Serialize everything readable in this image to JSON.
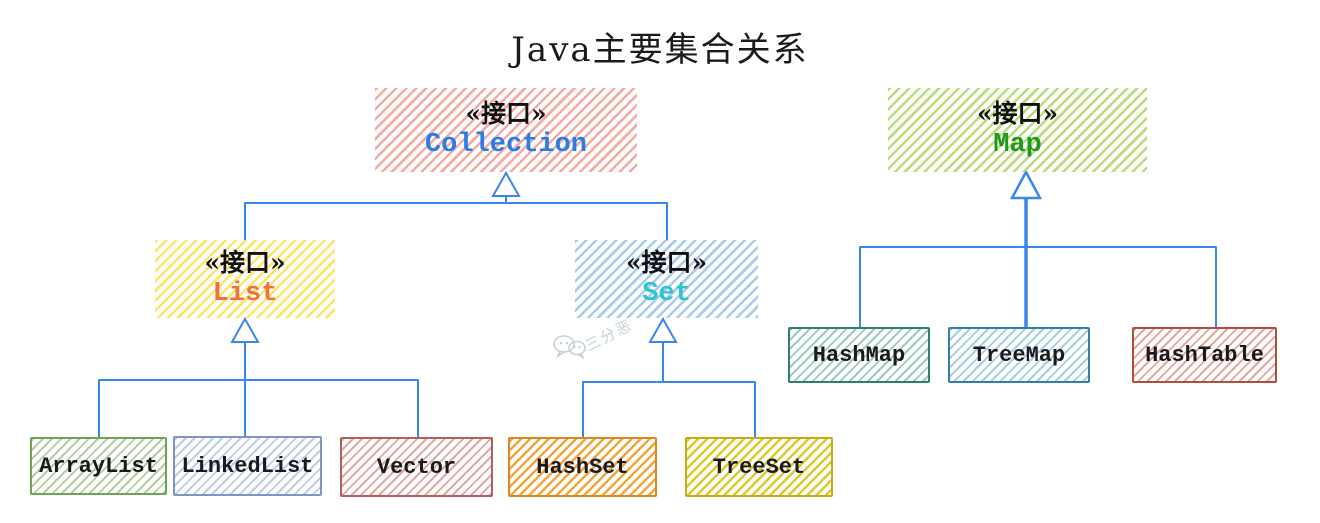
{
  "title": "Java主要集合关系",
  "watermark": {
    "text": "三分恶",
    "icon": "wechat-icon",
    "color": "#c3d3dc"
  },
  "colors": {
    "connector_blue": "#3a86ec",
    "title_text": "#1a1a1a",
    "stereotype_text": "#111111",
    "class_text": "#1a1a1a"
  },
  "nodes": {
    "collection": {
      "stereotype": "«接口»",
      "name": "Collection",
      "kind": "interface",
      "fill_hatch": "#f5aaa4",
      "name_color": "#2a7de8"
    },
    "map": {
      "stereotype": "«接口»",
      "name": "Map",
      "kind": "interface",
      "fill_hatch": "#bcdb7c",
      "name_color": "#1d9b1d"
    },
    "list": {
      "stereotype": "«接口»",
      "name": "List",
      "kind": "interface",
      "fill_hatch": "#ffe566",
      "name_color": "#f4703a"
    },
    "set": {
      "stereotype": "«接口»",
      "name": "Set",
      "kind": "interface",
      "fill_hatch": "#abcaf0",
      "name_color": "#30c5ce"
    },
    "arraylist": {
      "name": "ArrayList",
      "kind": "class",
      "border": "#6fa355",
      "fill_hatch": "#b3cfa0"
    },
    "linkedlist": {
      "name": "LinkedList",
      "kind": "class",
      "border": "#8095c6",
      "fill_hatch": "#bfcce8"
    },
    "vector": {
      "name": "Vector",
      "kind": "class",
      "border": "#b55f5a",
      "fill_hatch": "#e0a8a3"
    },
    "hashset": {
      "name": "HashSet",
      "kind": "class",
      "border": "#dd861c",
      "fill_hatch": "#f0a63a"
    },
    "treeset": {
      "name": "TreeSet",
      "kind": "class",
      "border": "#c6ac15",
      "fill_hatch": "#dfc92a"
    },
    "hashmap": {
      "name": "HashMap",
      "kind": "class",
      "border": "#2e7f72",
      "fill_hatch": "#9ccabf"
    },
    "treemap": {
      "name": "TreeMap",
      "kind": "class",
      "border": "#2f81ab",
      "fill_hatch": "#a6cde2"
    },
    "hashtable": {
      "name": "HashTable",
      "kind": "class",
      "border": "#b34d3e",
      "fill_hatch": "#e2a79e"
    }
  },
  "relations": [
    {
      "from": "List",
      "to": "Collection",
      "type": "inheritance"
    },
    {
      "from": "Set",
      "to": "Collection",
      "type": "inheritance"
    },
    {
      "from": "ArrayList",
      "to": "List",
      "type": "inheritance"
    },
    {
      "from": "LinkedList",
      "to": "List",
      "type": "inheritance"
    },
    {
      "from": "Vector",
      "to": "List",
      "type": "inheritance"
    },
    {
      "from": "HashSet",
      "to": "Set",
      "type": "inheritance"
    },
    {
      "from": "TreeSet",
      "to": "Set",
      "type": "inheritance"
    },
    {
      "from": "HashMap",
      "to": "Map",
      "type": "inheritance"
    },
    {
      "from": "TreeMap",
      "to": "Map",
      "type": "inheritance"
    },
    {
      "from": "HashTable",
      "to": "Map",
      "type": "inheritance"
    }
  ]
}
